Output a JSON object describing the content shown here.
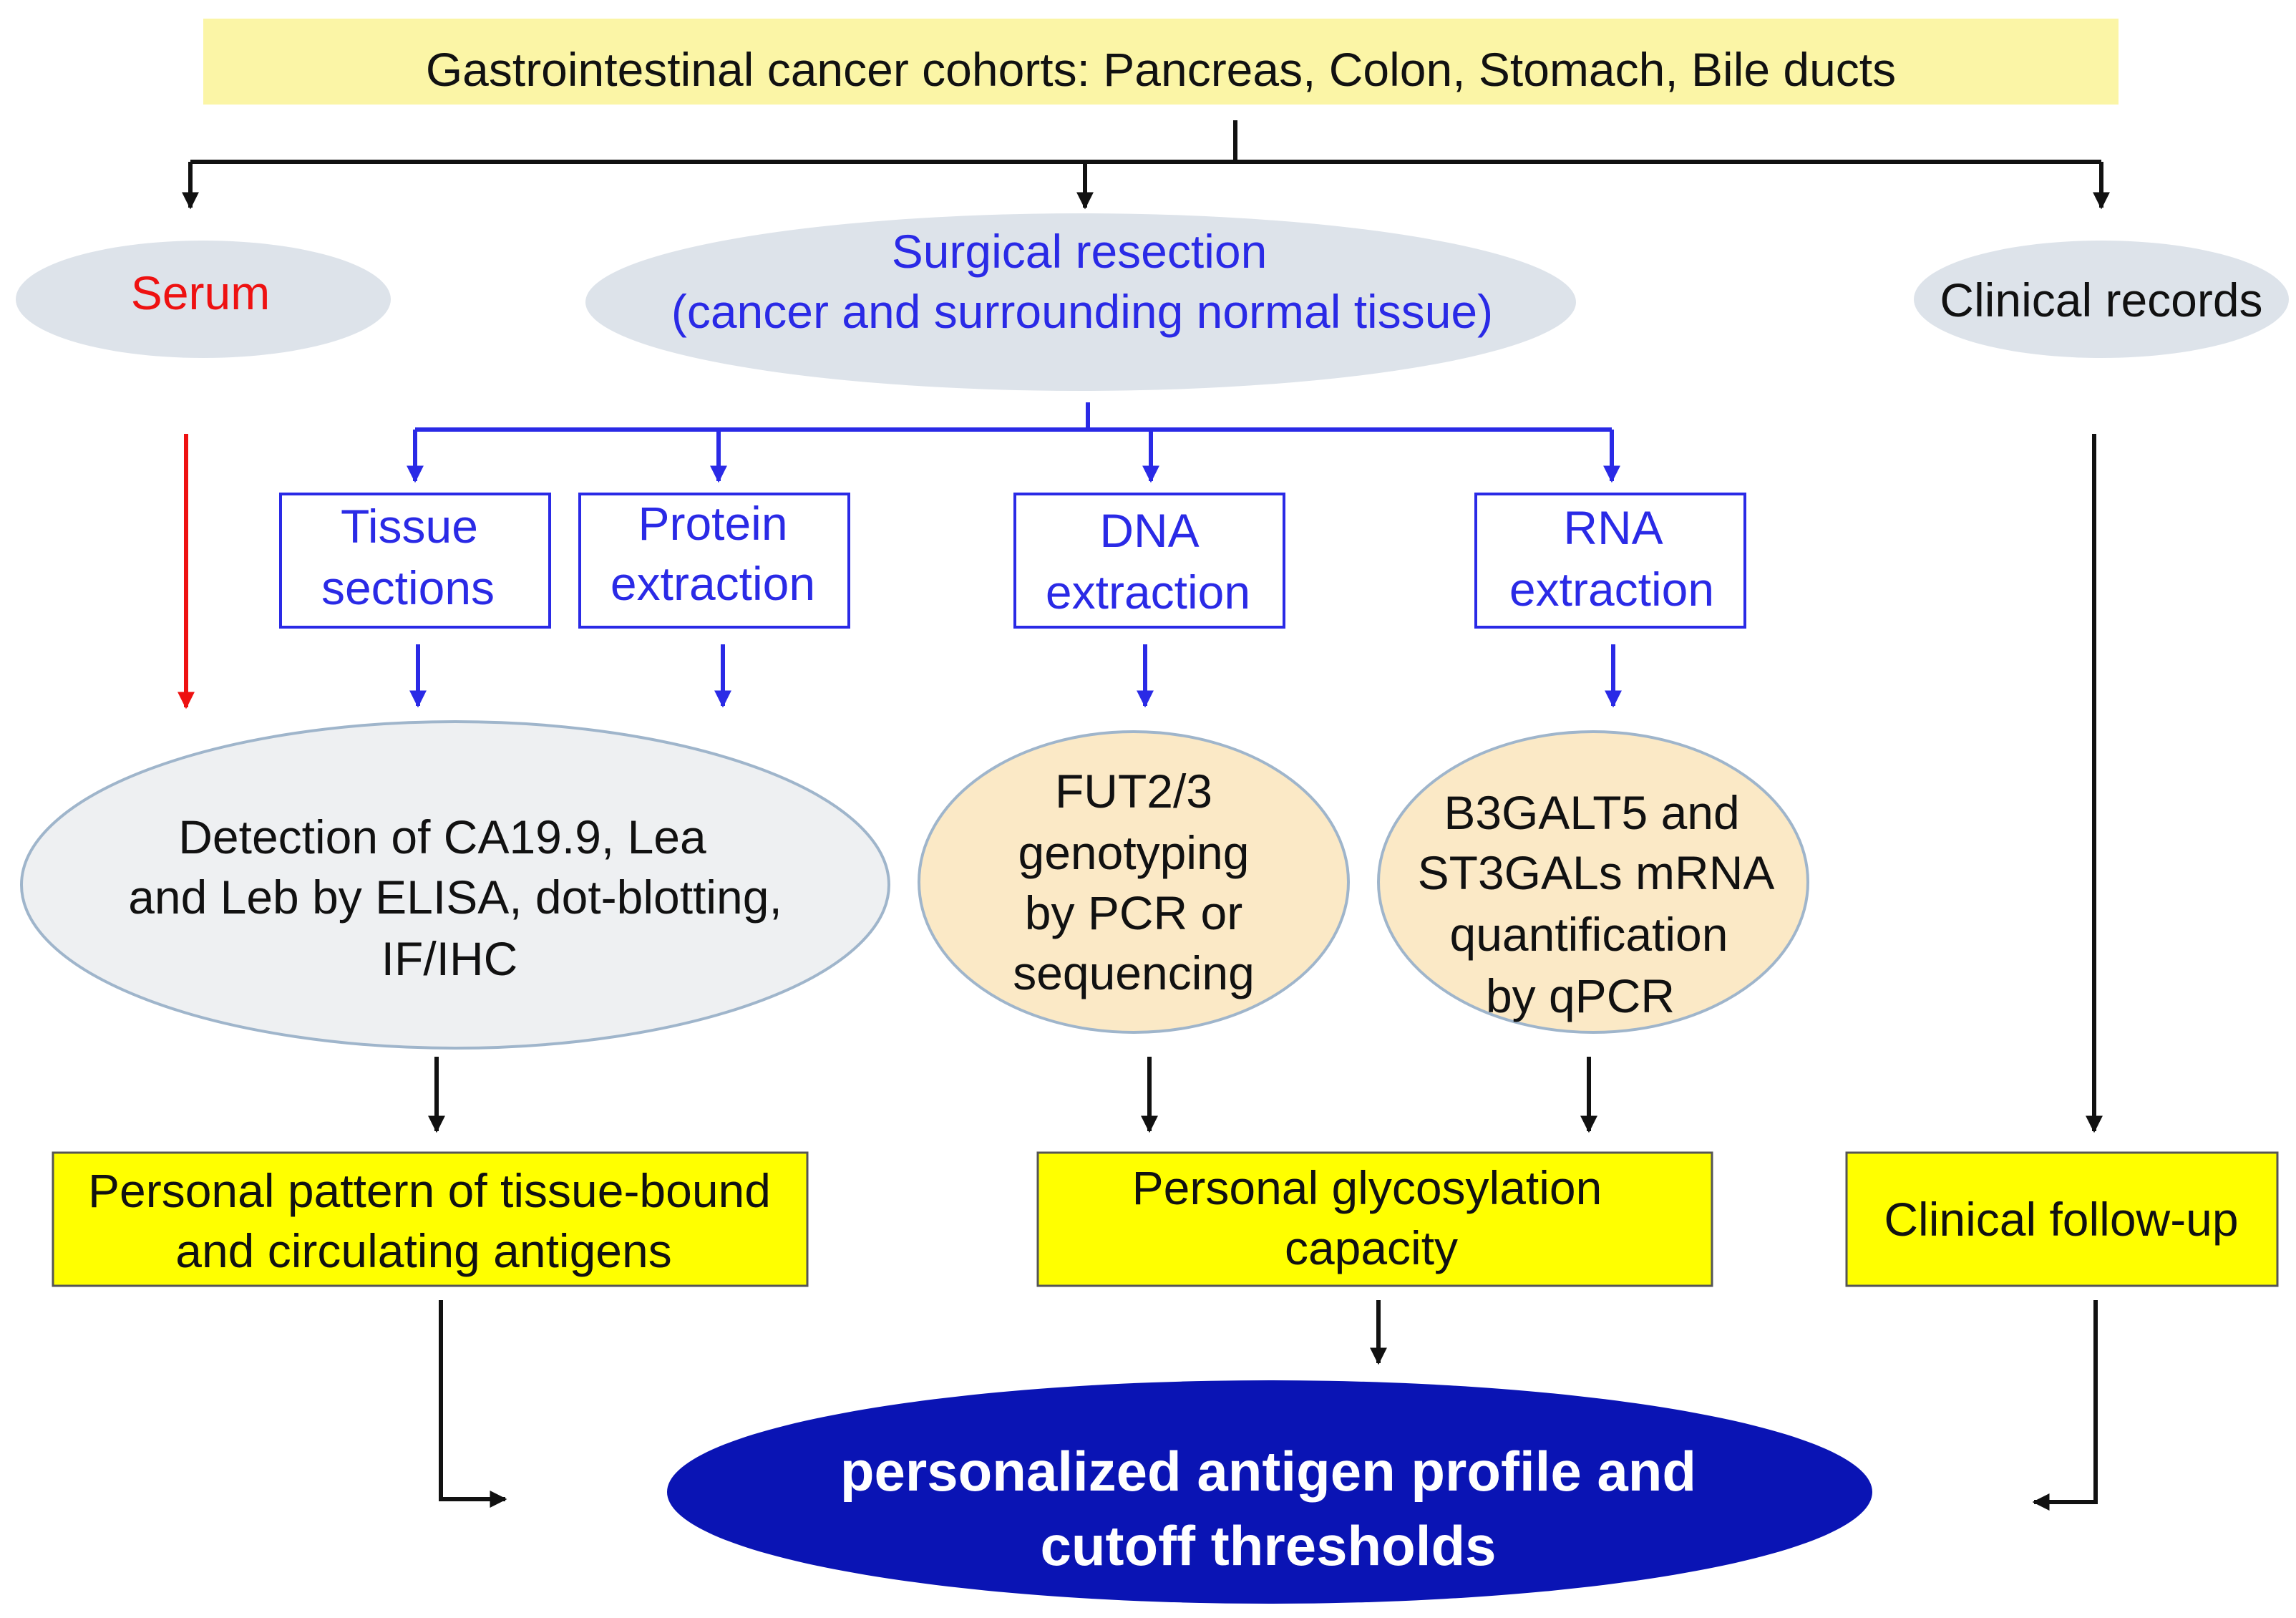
{
  "colors": {
    "black": "#111111",
    "blue": "#2a2ae6",
    "red": "#ee1111",
    "header_fill": "#fbf5a6",
    "box_fill": "#ffff00",
    "oval_gray": "#dde3ea",
    "oval_light": "#eef0f2",
    "oval_tan": "#fbe9c6",
    "oval_navy": "#0a14b4"
  },
  "header": {
    "title": "Gastrointestinal cancer cohorts: Pancreas, Colon, Stomach, Bile ducts"
  },
  "sources": {
    "serum": "Serum",
    "surgical": {
      "line1": "Surgical resection",
      "line2": "(cancer and surrounding normal tissue)"
    },
    "clinical": "Clinical records"
  },
  "steps": {
    "tissue": [
      "Tissue",
      "sections"
    ],
    "protein": [
      "Protein",
      "extraction"
    ],
    "dna": [
      "DNA",
      "extraction"
    ],
    "rna": [
      "RNA",
      "extraction"
    ]
  },
  "methods": {
    "detection": [
      "Detection of CA19.9, Lea",
      "and Leb by ELISA, dot-blotting,",
      "IF/IHC"
    ],
    "fut": [
      "FUT2/3",
      "genotyping",
      "by PCR or",
      "sequencing"
    ],
    "b3galt": [
      "B3GALT5 and",
      "ST3GALs mRNA",
      "quantification",
      "by qPCR"
    ]
  },
  "results": {
    "pattern": [
      "Personal pattern of tissue-bound",
      "and circulating antigens"
    ],
    "glyco": [
      "Personal glycosylation",
      "capacity"
    ],
    "followup": "Clinical follow-up"
  },
  "outcome": [
    "personalized antigen profile and",
    "cutoff thresholds"
  ]
}
